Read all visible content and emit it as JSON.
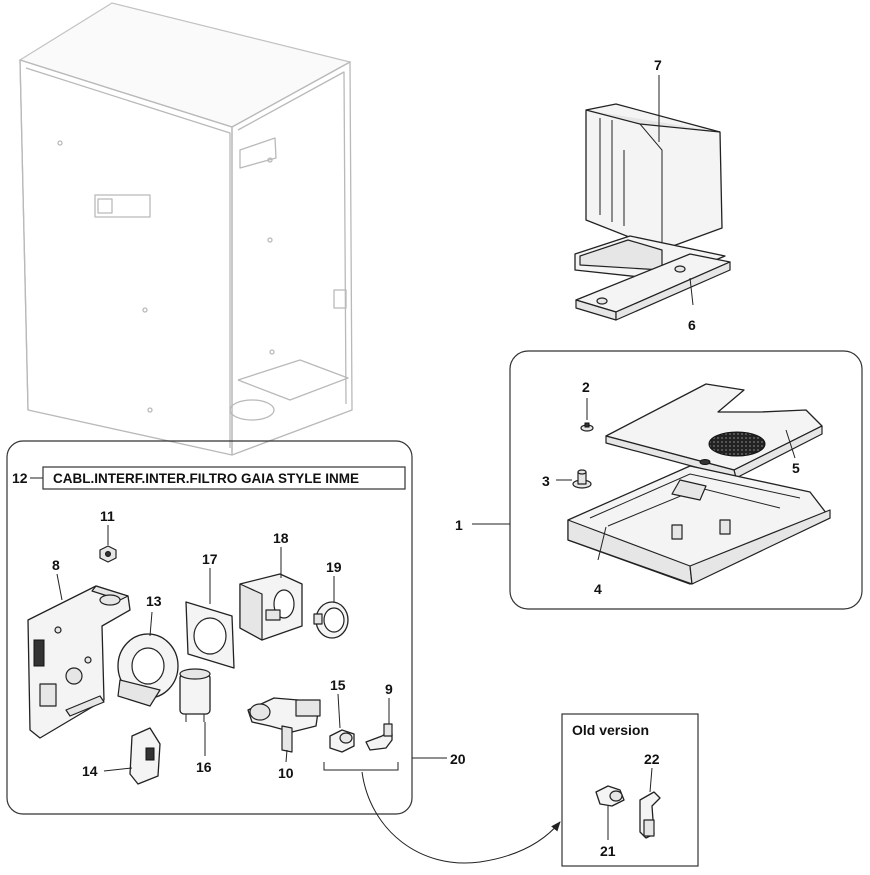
{
  "kit_label": "CABL.INTERF.INTER.FILTRO GAIA STYLE INME",
  "old_version_title": "Old version",
  "callouts": {
    "c1": "1",
    "c2": "2",
    "c3": "3",
    "c4": "4",
    "c5": "5",
    "c6": "6",
    "c7": "7",
    "c8": "8",
    "c9": "9",
    "c10": "10",
    "c11": "11",
    "c12": "12",
    "c13": "13",
    "c14": "14",
    "c15": "15",
    "c16": "16",
    "c17": "17",
    "c18": "18",
    "c19": "19",
    "c20": "20",
    "c21": "21",
    "c22": "22"
  }
}
